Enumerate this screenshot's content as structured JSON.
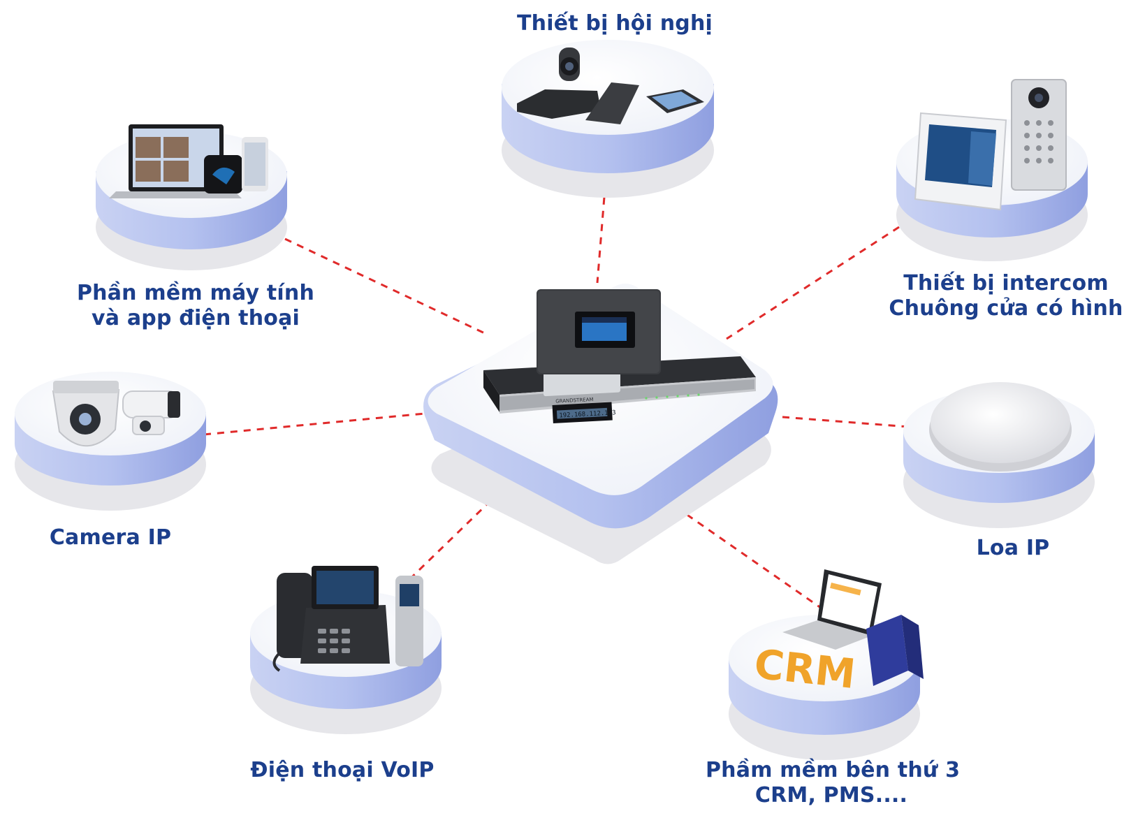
{
  "colors": {
    "label": "#1c3f8c",
    "connector": "#e02a2a",
    "platform_top": "#f3f5fb",
    "platform_rim": "#aab7ec",
    "platform_shadow": "#e6e6ea",
    "crm_text": "#f0a32a",
    "server": "#2f3c9c"
  },
  "hub": {
    "display_text": "192.168.112.123",
    "brand": "GRANDSTREAM"
  },
  "nodes": {
    "conference": {
      "lines": [
        "Thiết bị hội nghị"
      ],
      "icon": "conference-camera-icon"
    },
    "software": {
      "lines": [
        "Phần mềm máy tính",
        "và app điện thoại"
      ],
      "icon": "laptop-phone-icon"
    },
    "intercom": {
      "lines": [
        "Thiết bị intercom",
        "Chuông cửa có hình"
      ],
      "icon": "intercom-doorbell-icon"
    },
    "camera": {
      "lines": [
        "Camera IP"
      ],
      "icon": "ip-camera-icon"
    },
    "speaker": {
      "lines": [
        "Loa IP"
      ],
      "icon": "ceiling-speaker-icon"
    },
    "voip": {
      "lines": [
        "Điện thoại VoIP"
      ],
      "icon": "desk-phone-icon"
    },
    "thirdparty": {
      "lines": [
        "Phầm mềm bên thứ 3",
        "CRM, PMS...."
      ],
      "icon": "crm-server-icon",
      "badge": "CRM"
    }
  }
}
